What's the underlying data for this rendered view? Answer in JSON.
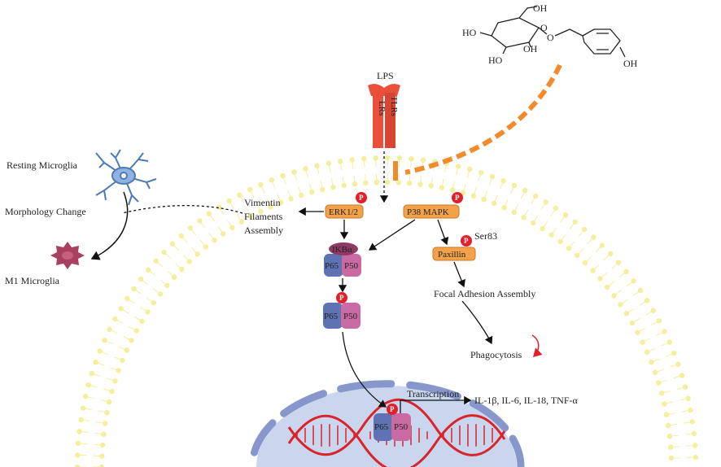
{
  "compound": {
    "groups": [
      "HO",
      "HO",
      "OH",
      "OH",
      "O",
      "O",
      "OH"
    ]
  },
  "receptor": {
    "ligand": "LPS",
    "labels": [
      "TLRs",
      "LRs"
    ]
  },
  "microglia": {
    "resting": "Resting Microglia",
    "change": "Morphology Change",
    "m1": "M1 Microglia"
  },
  "pathway": {
    "vimentin": [
      "Vimentin",
      "Filaments",
      "Assembly"
    ],
    "erk": "ERK1/2",
    "p38": "P38 MAPK",
    "ikb": "IKBα",
    "p65": "P65",
    "p50": "P50",
    "paxillin": "Paxillin",
    "ser83": "Ser83",
    "focal": "Focal Adhesion Assembly",
    "phago": "Phagocytosis",
    "phospho": "P"
  },
  "nucleus": {
    "transcription": "Transcription",
    "cytokines": "IL-1β, IL-6, IL-18, TNF-α"
  },
  "colors": {
    "membrane": "#f4ef9c",
    "receptor": "#e8503a",
    "inhibitor": "#f28b2c",
    "kinase": "#f3a24a",
    "phospho": "#e3202a",
    "p65": "#5f73b4",
    "p50": "#c96aa3",
    "ikb": "#8e3b64",
    "nucleus": "#c9d6ee",
    "envelope": "#8797cb",
    "dna": "#d9252a"
  }
}
